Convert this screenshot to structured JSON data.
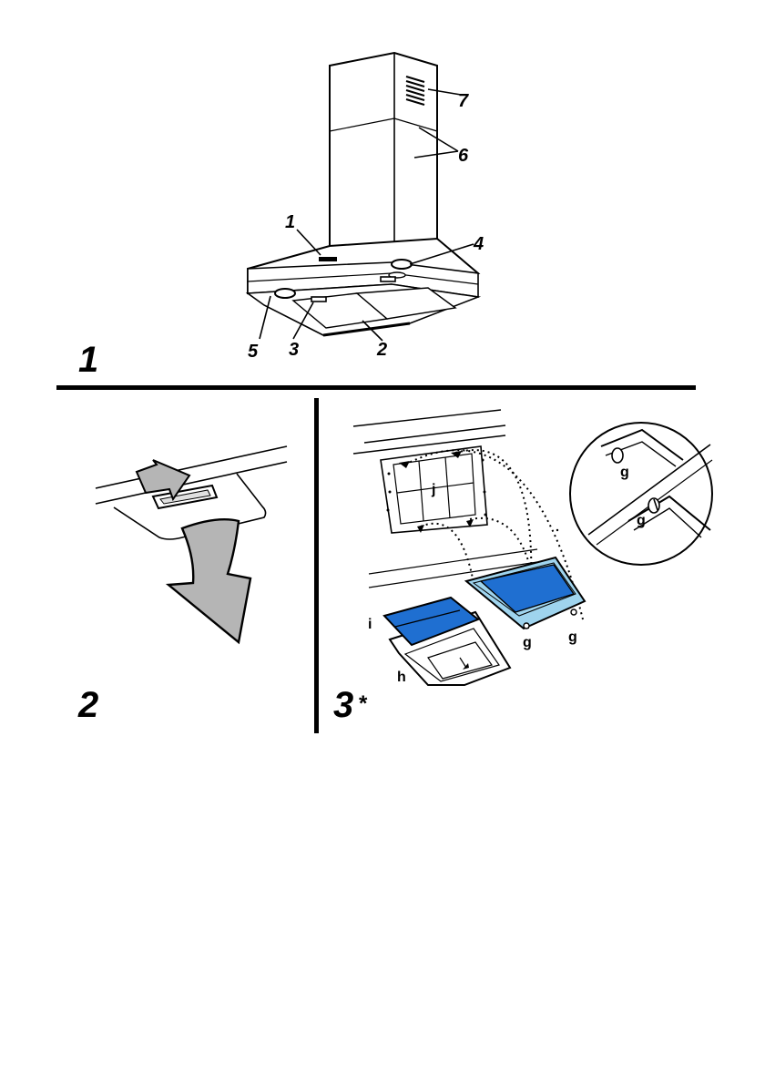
{
  "figure1": {
    "number": "1",
    "labels": {
      "l1": "1",
      "l2": "2",
      "l3": "3",
      "l4": "4",
      "l5": "5",
      "l6": "6",
      "l7": "7"
    }
  },
  "figure2": {
    "number": "2"
  },
  "figure3": {
    "number": "3",
    "asterisk": "*",
    "letters": {
      "g_left": "g",
      "g_right": "g",
      "g_detail_top": "g",
      "g_detail_bottom": "g",
      "h": "h",
      "i": "i",
      "j": "j"
    }
  },
  "colors": {
    "filter_blue": "#1f6fd1",
    "filter_light_blue": "#9fd4ee",
    "arrow_gray": "#b5b5b5",
    "line": "#000000"
  }
}
